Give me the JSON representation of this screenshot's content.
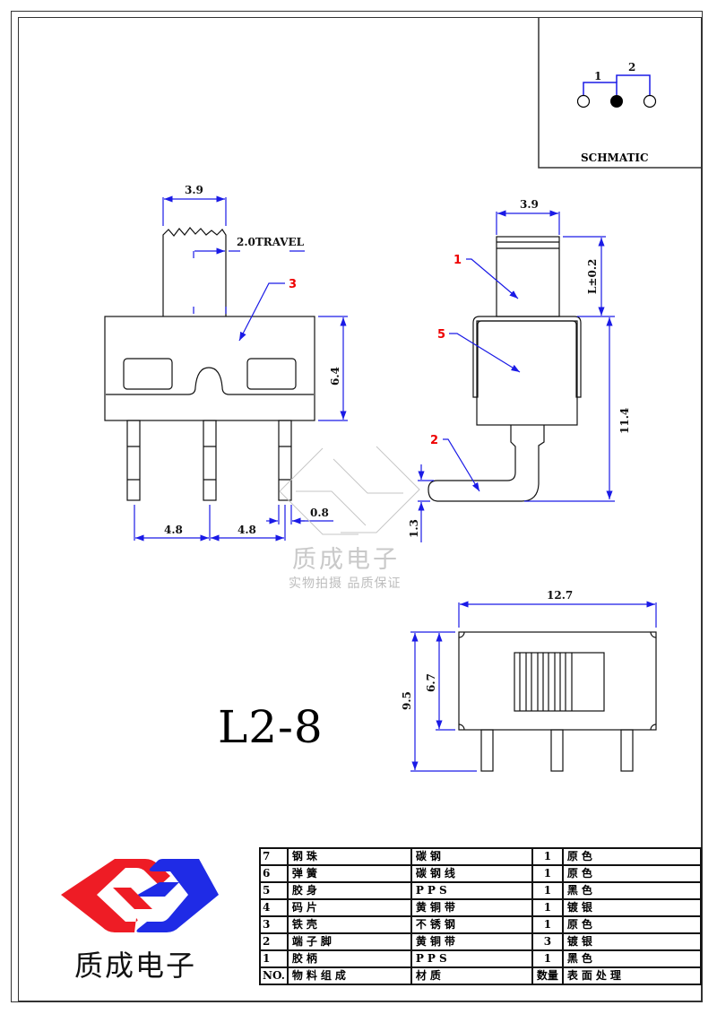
{
  "schematic": {
    "label": "SCHMATIC",
    "position_labels": [
      "1",
      "2"
    ]
  },
  "front_view": {
    "actuator_width": "3.9",
    "travel": "2.0TRAVEL",
    "body_height": "6.4",
    "pin_pitch_left": "4.8",
    "pin_pitch_right": "4.8",
    "pin_width": "0.8",
    "callout": "3"
  },
  "side_view": {
    "actuator_width": "3.9",
    "actuator_length": "L±0.2",
    "total_height": "11.4",
    "pin_offset": "1.3",
    "callouts": [
      "1",
      "5",
      "2"
    ]
  },
  "top_view": {
    "length": "12.7",
    "height_total": "9.5",
    "body_height": "6.7"
  },
  "model": "L2-8",
  "watermark": {
    "title": "质成电子",
    "subtitle": "实物拍摄 品质保证"
  },
  "logo": {
    "text": "质成电子",
    "colors": {
      "left": "#ee1c25",
      "right": "#1f2be6"
    }
  },
  "bom": {
    "rows": [
      {
        "no": "7",
        "part": "钢珠",
        "material": "碳钢",
        "qty": "1",
        "finish": "原色"
      },
      {
        "no": "6",
        "part": "弹簧",
        "material": "碳钢线",
        "qty": "1",
        "finish": "原色"
      },
      {
        "no": "5",
        "part": "胶身",
        "material": "PPS",
        "qty": "1",
        "finish": "黑色"
      },
      {
        "no": "4",
        "part": "码片",
        "material": "黄铜带",
        "qty": "1",
        "finish": "镀银"
      },
      {
        "no": "3",
        "part": "铁壳",
        "material": "不锈钢",
        "qty": "1",
        "finish": "原色"
      },
      {
        "no": "2",
        "part": "端子脚",
        "material": "黄铜带",
        "qty": "3",
        "finish": "镀银"
      },
      {
        "no": "1",
        "part": "胶柄",
        "material": "PPS",
        "qty": "1",
        "finish": "黑色"
      }
    ],
    "header": {
      "no": "NO.",
      "part": "物料组成",
      "material": "材质",
      "qty": "数量",
      "finish": "表面处理"
    }
  },
  "colors": {
    "dimension": "#1a1ae6",
    "callout": "#e00000",
    "outline": "#111111"
  }
}
